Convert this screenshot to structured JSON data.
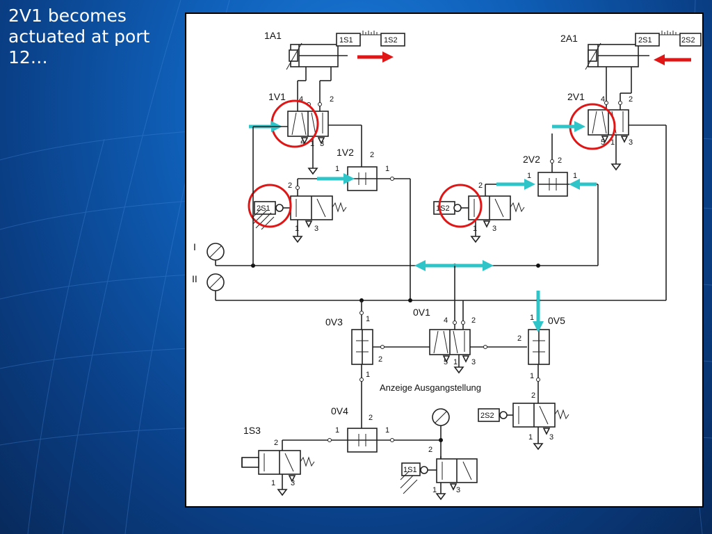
{
  "slide": {
    "text": "2V1 becomes actuated at port 12…"
  },
  "colors": {
    "highlight_circle": "#e01515",
    "signal_arrow": "#2ec4c8",
    "motion_arrow": "#e01515"
  },
  "diagram": {
    "cylinders": [
      {
        "id": "1A1",
        "sensor_left": "1S1",
        "sensor_right": "1S2",
        "motion": "extend"
      },
      {
        "id": "2A1",
        "sensor_left": "2S1",
        "sensor_right": "2S2",
        "motion": "retract"
      }
    ],
    "valves": {
      "v1v1": {
        "id": "1V1",
        "port4": "4",
        "port2": "2",
        "port5": "5",
        "port1": "1",
        "port3": "3"
      },
      "v2v1": {
        "id": "2V1",
        "port4": "4",
        "port2": "2",
        "port5": "5",
        "port1": "1",
        "port3": "3"
      },
      "v1v2": {
        "id": "1V2",
        "port1a": "1",
        "port2": "2",
        "port1b": "1"
      },
      "v2v2": {
        "id": "2V2",
        "port1a": "1",
        "port2": "2",
        "port1b": "1"
      },
      "s2s1": {
        "id": "2S1",
        "port2": "2",
        "port1": "1",
        "port3": "3"
      },
      "s1s2": {
        "id": "1S2",
        "port2": "2",
        "port1": "1",
        "port3": "3"
      },
      "v0v1": {
        "id": "0V1",
        "port4": "4",
        "port2": "2",
        "port5": "5",
        "port1": "1",
        "port3": "3"
      },
      "v0v3": {
        "id": "0V3",
        "port1a": "1",
        "port2": "2",
        "port1b": "1"
      },
      "v0v5": {
        "id": "0V5",
        "port1a": "1",
        "port2": "2",
        "port1b": "1"
      },
      "v0v4": {
        "id": "0V4",
        "port1a": "1",
        "port2": "2",
        "port1b": "1"
      },
      "s1s3": {
        "id": "1S3",
        "port2": "2",
        "port1": "1",
        "port3": "3"
      },
      "s1s1": {
        "id": "1S1",
        "port2": "2",
        "port1": "1",
        "port3": "3"
      },
      "s2s2": {
        "id": "2S2",
        "port2": "2",
        "port1": "1",
        "port3": "3"
      }
    },
    "supply_lines": {
      "line1": "I",
      "line2": "II"
    },
    "caption": "Anzeige Ausgangstellung"
  }
}
